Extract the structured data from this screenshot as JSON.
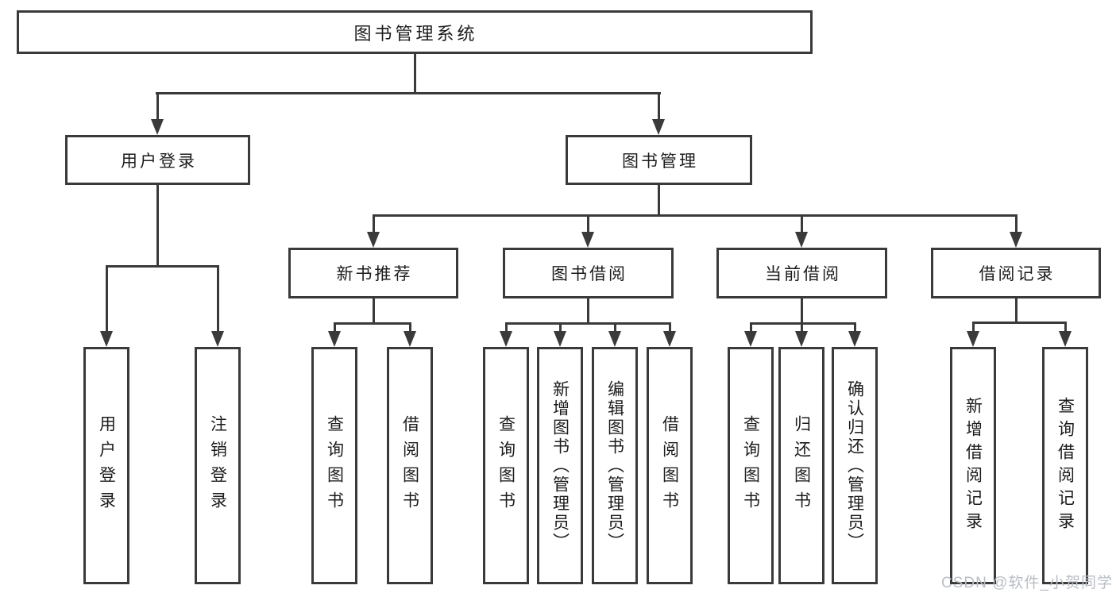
{
  "tree": {
    "root": {
      "label": "图书管理系统"
    },
    "level2": [
      {
        "label": "用户登录",
        "children": [
          {
            "label": "用户登录"
          },
          {
            "label": "注销登录"
          }
        ]
      },
      {
        "label": "图书管理",
        "children": [
          {
            "label": "新书推荐",
            "children": [
              {
                "label": "查询图书"
              },
              {
                "label": "借阅图书"
              }
            ]
          },
          {
            "label": "图书借阅",
            "children": [
              {
                "label": "查询图书"
              },
              {
                "label": "新增图书（管理员）"
              },
              {
                "label": "编辑图书（管理员）"
              },
              {
                "label": "借阅图书"
              }
            ]
          },
          {
            "label": "当前借阅",
            "children": [
              {
                "label": "查询图书"
              },
              {
                "label": "归还图书"
              },
              {
                "label": "确认归还（管理员）"
              }
            ]
          },
          {
            "label": "借阅记录",
            "children": [
              {
                "label": "新增借阅记录"
              },
              {
                "label": "查询借阅记录"
              }
            ]
          }
        ]
      }
    ]
  },
  "watermark": {
    "text": "CSDN @软件_小贺同学"
  },
  "colors": {
    "line": "#3a3a3a",
    "text": "#1c1c1c",
    "watermark": "#b9bec6",
    "background": "#ffffff"
  }
}
